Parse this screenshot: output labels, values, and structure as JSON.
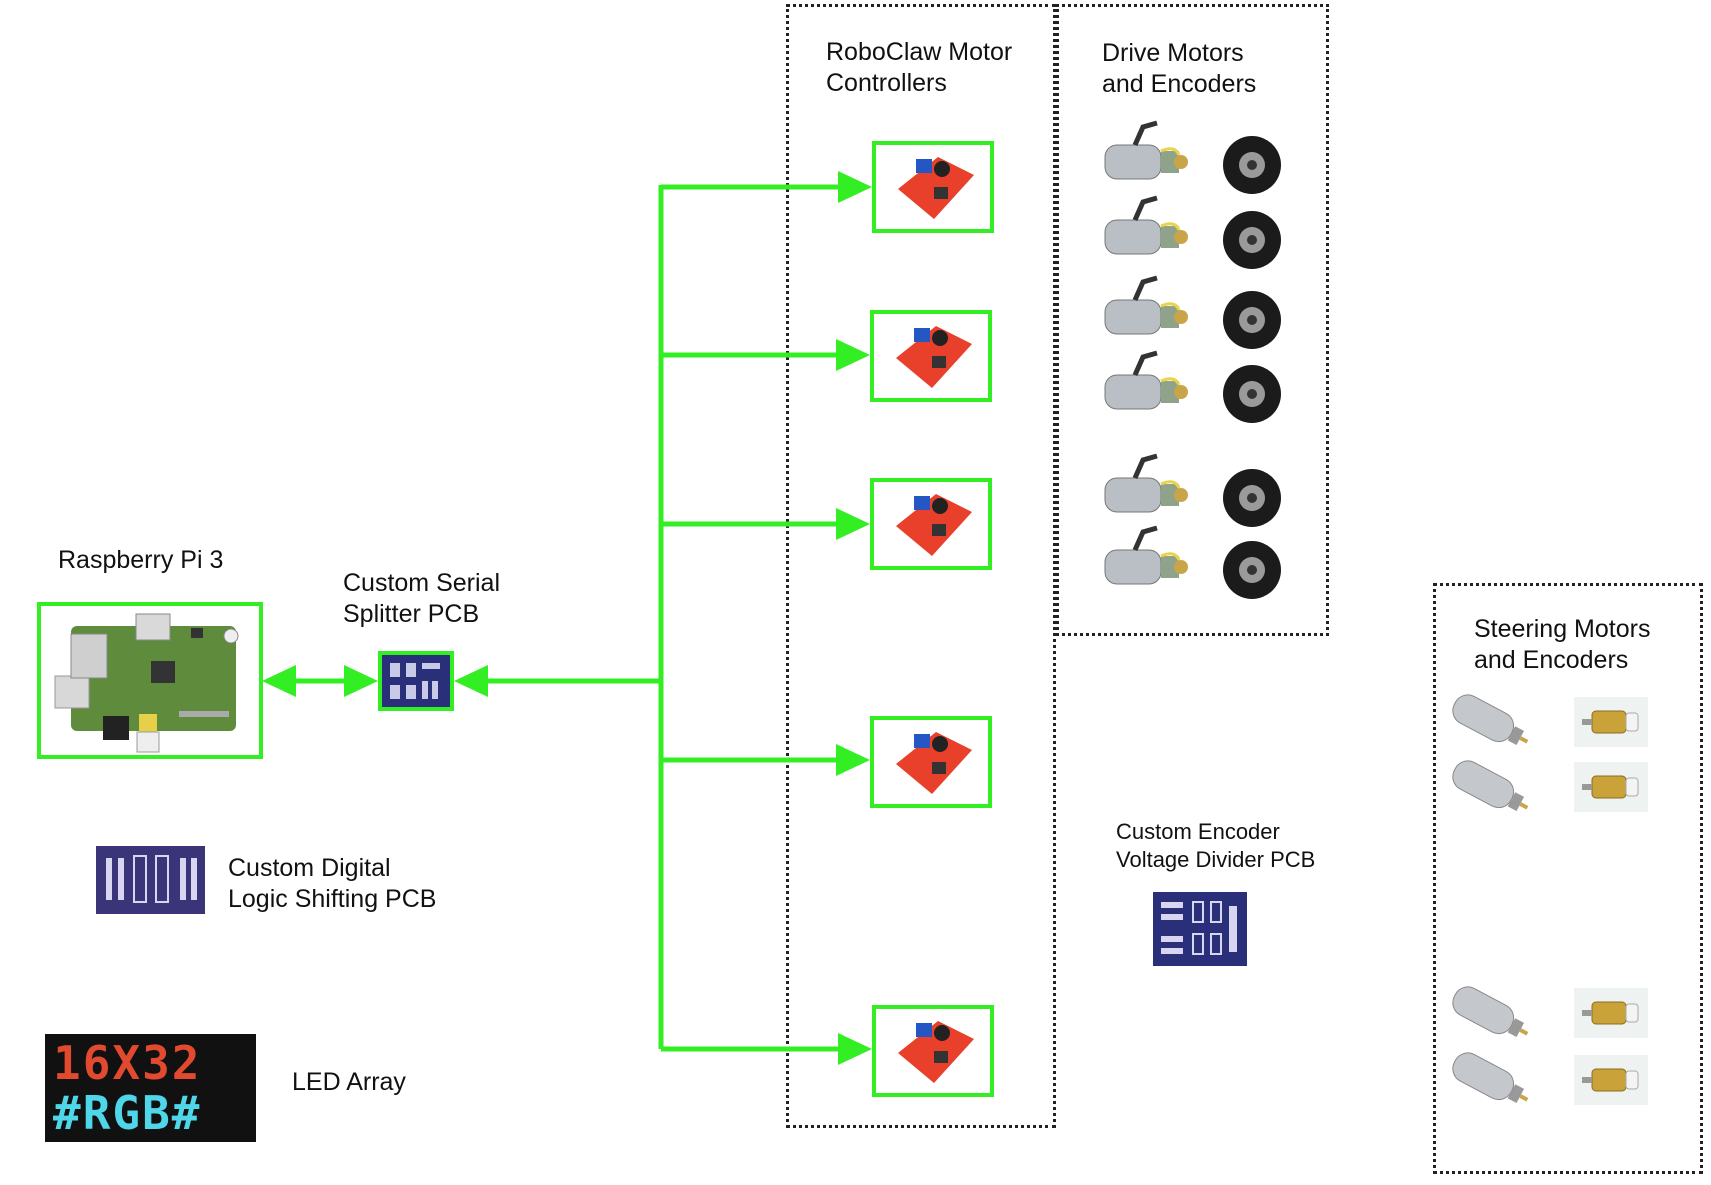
{
  "labels": {
    "raspberry_pi": "Raspberry Pi 3",
    "serial_splitter": "Custom Serial\nSplitter PCB",
    "logic_shifting": "Custom Digital\nLogic Shifting PCB",
    "led_array": "LED Array",
    "roboclaw": "RoboClaw Motor\nControllers",
    "drive_motors": "Drive Motors\nand Encoders",
    "encoder_divider": "Custom Encoder\nVoltage Divider PCB",
    "steering_motors": "Steering Motors\nand Encoders"
  },
  "led_panel": {
    "line1": "16X32",
    "line2": "#RGB#"
  },
  "colors": {
    "connector": "#33ee22",
    "controller_board": "#e8402b",
    "pcb": "#2a2f7a"
  }
}
